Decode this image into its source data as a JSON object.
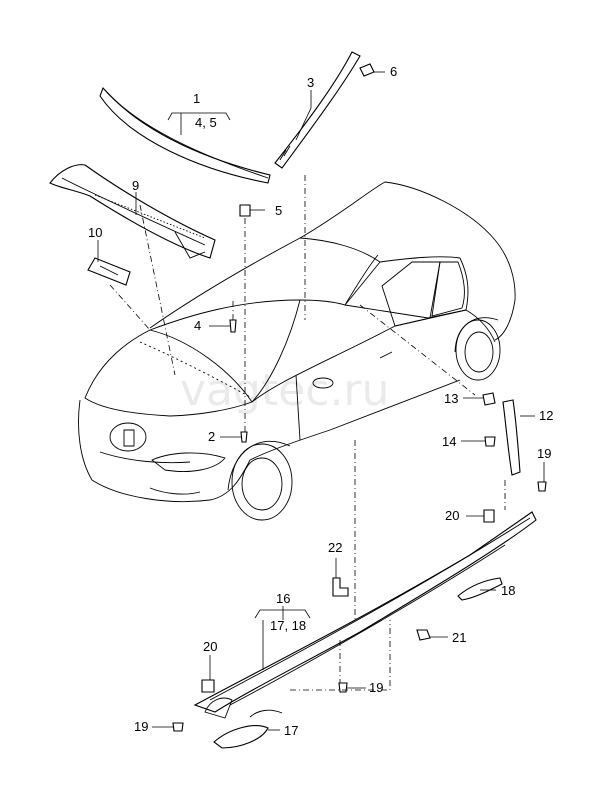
{
  "watermark": "vagtec.ru",
  "callouts": {
    "c1": "1",
    "c1_sub": "4, 5",
    "c2": "2",
    "c3": "3",
    "c4": "4",
    "c5": "5",
    "c6": "6",
    "c9": "9",
    "c10": "10",
    "c12": "12",
    "c13": "13",
    "c14": "14",
    "c16": "16",
    "c16_sub": "17, 18",
    "c17": "17",
    "c18": "18",
    "c19a": "19",
    "c19b": "19",
    "c19c": "19",
    "c20a": "20",
    "c20b": "20",
    "c21": "21",
    "c22": "22"
  }
}
